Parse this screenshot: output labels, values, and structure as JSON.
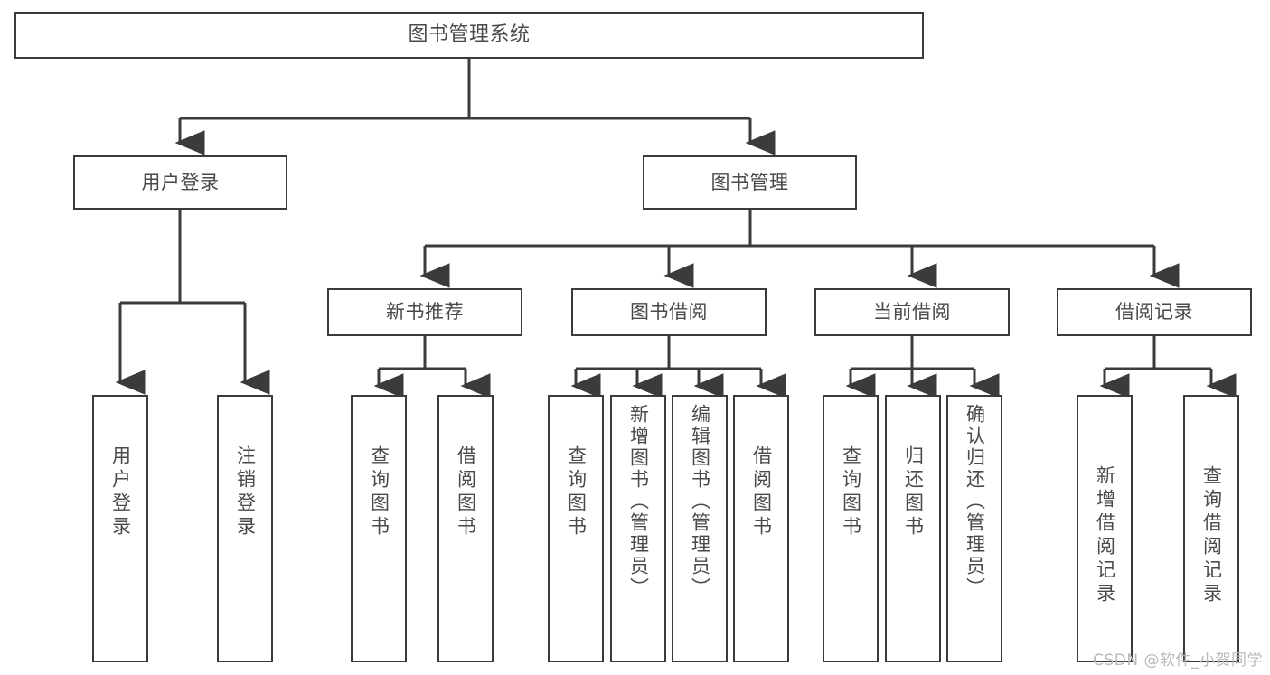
{
  "diagram": {
    "title": "图书管理系统",
    "type": "tree-hierarchy-chart",
    "root": {
      "id": "root",
      "label": "图书管理系统"
    },
    "level2": [
      {
        "id": "user-login",
        "label": "用户登录"
      },
      {
        "id": "book-manage",
        "label": "图书管理"
      }
    ],
    "level3": [
      {
        "id": "new-book-recommend",
        "label": "新书推荐"
      },
      {
        "id": "book-borrow",
        "label": "图书借阅"
      },
      {
        "id": "current-borrow",
        "label": "当前借阅"
      },
      {
        "id": "borrow-record",
        "label": "借阅记录"
      }
    ],
    "leaves": {
      "user_login": [
        {
          "id": "leaf-user-login",
          "label": "用户登录"
        },
        {
          "id": "leaf-logout",
          "label": "注销登录"
        }
      ],
      "new_book_recommend": [
        {
          "id": "leaf-query-book-1",
          "label": "查询图书"
        },
        {
          "id": "leaf-borrow-book-1",
          "label": "借阅图书"
        }
      ],
      "book_borrow": [
        {
          "id": "leaf-query-book-2",
          "label": "查询图书"
        },
        {
          "id": "leaf-add-book",
          "label": "新增图书（管理员）"
        },
        {
          "id": "leaf-edit-book",
          "label": "编辑图书（管理员）"
        },
        {
          "id": "leaf-borrow-book-2",
          "label": "借阅图书"
        }
      ],
      "current_borrow": [
        {
          "id": "leaf-query-book-3",
          "label": "查询图书"
        },
        {
          "id": "leaf-return-book",
          "label": "归还图书"
        },
        {
          "id": "leaf-confirm-return",
          "label": "确认归还（管理员）"
        }
      ],
      "borrow_record": [
        {
          "id": "leaf-add-record",
          "label": "新增借阅记录"
        },
        {
          "id": "leaf-query-record",
          "label": "查询借阅记录"
        }
      ]
    }
  },
  "watermark": {
    "text": "CSDN @软件_小贺同学"
  },
  "colors": {
    "stroke": "#3b3b3b",
    "text": "#4a4a4a",
    "background": "#ffffff",
    "watermark": "#b9b9b9"
  }
}
